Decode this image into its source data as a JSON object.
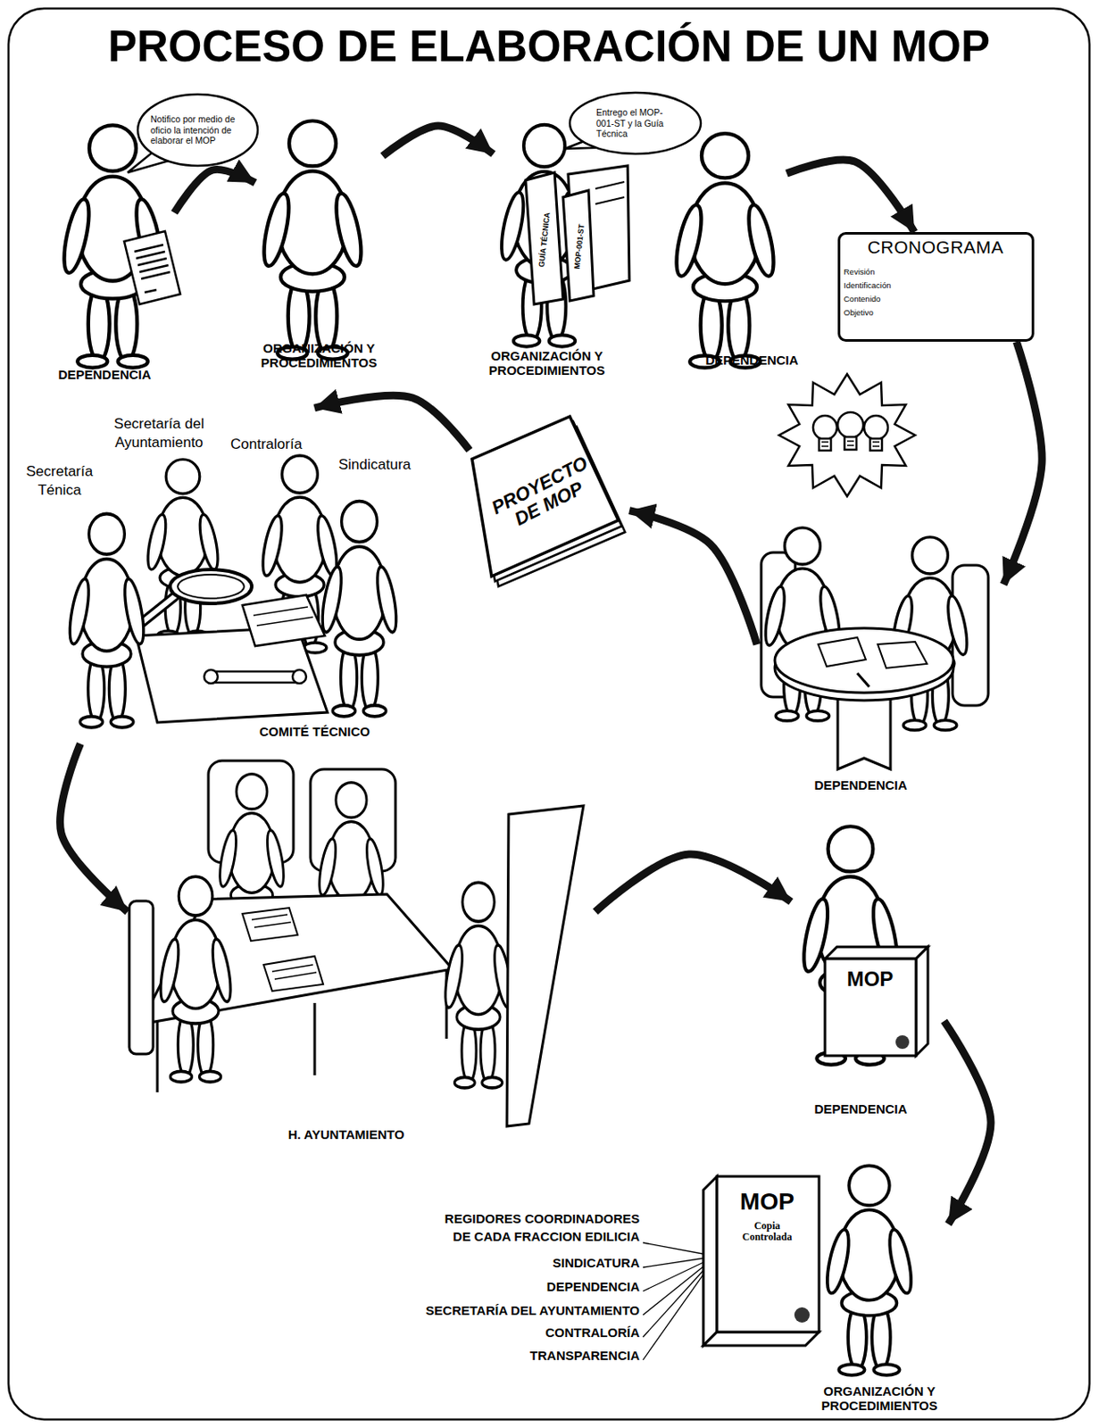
{
  "diagram": {
    "title": "PROCESO DE ELABORACIÓN DE UN MOP",
    "nodes": [
      {
        "text": [
          "DEPENDENCIA"
        ]
      },
      {
        "text": [
          "Notifico por medio de oficio la intención de elaborar el MOP"
        ]
      },
      {
        "text": [
          "ORGANIZACIÓN Y PROCEDIMIENTOS"
        ]
      },
      {
        "text": [
          "ORGANIZACIÓN Y PROCEDIMIENTOS"
        ]
      },
      {
        "text": [
          "Entrego el MOP-001-ST y la Guía Técnica"
        ]
      },
      {
        "text": [
          "DEPENDENCIA"
        ]
      },
      {
        "text": [
          "CRONOGRAMA",
          "Revisión",
          "Identificación",
          "Contenido",
          "Objetivo"
        ]
      },
      {
        "text": [
          "DEPENDENCIA"
        ]
      },
      {
        "text": [
          "PROYECTO DE MOP"
        ]
      },
      {
        "text": [
          "COMITÉ TÉCNICO"
        ]
      },
      {
        "text": [
          "H. AYUNTAMIENTO"
        ]
      },
      {
        "text": [
          "DEPENDENCIA"
        ]
      },
      {
        "text": [
          "MOP"
        ]
      },
      {
        "text": [
          "ORGANIZACIÓN Y PROCEDIMIENTOS"
        ]
      },
      {
        "text": [
          "MOP",
          "Copia Controlada"
        ]
      }
    ],
    "edges": [
      {
        "from": 0,
        "to": 2,
        "arrow": "to"
      },
      {
        "from": 2,
        "to": 3,
        "arrow": "to"
      },
      {
        "from": 5,
        "to": 6,
        "arrow": "to"
      },
      {
        "from": 6,
        "to": 7,
        "arrow": "to"
      },
      {
        "from": 7,
        "to": 8,
        "arrow": "to"
      },
      {
        "from": 8,
        "to": 9,
        "arrow": "to"
      },
      {
        "from": 9,
        "to": 10,
        "arrow": "to"
      },
      {
        "from": 10,
        "to": 11,
        "arrow": "to"
      },
      {
        "from": 11,
        "to": 13,
        "arrow": "to"
      }
    ],
    "labels": [
      "GUÍA TÉCNICA",
      "MOP-001-ST",
      "Secretaría del Ayuntamiento",
      "Contraloría",
      "Secretaría Ténica",
      "Sindicatura",
      "REGIDORES COORDINADORES DE CADA FRACCION EDILICIA",
      "SINDICATURA",
      "DEPENDENCIA",
      "SECRETARÍA DEL AYUNTAMIENTO",
      "CONTRALORÍA",
      "TRANSPARENCIA"
    ]
  }
}
